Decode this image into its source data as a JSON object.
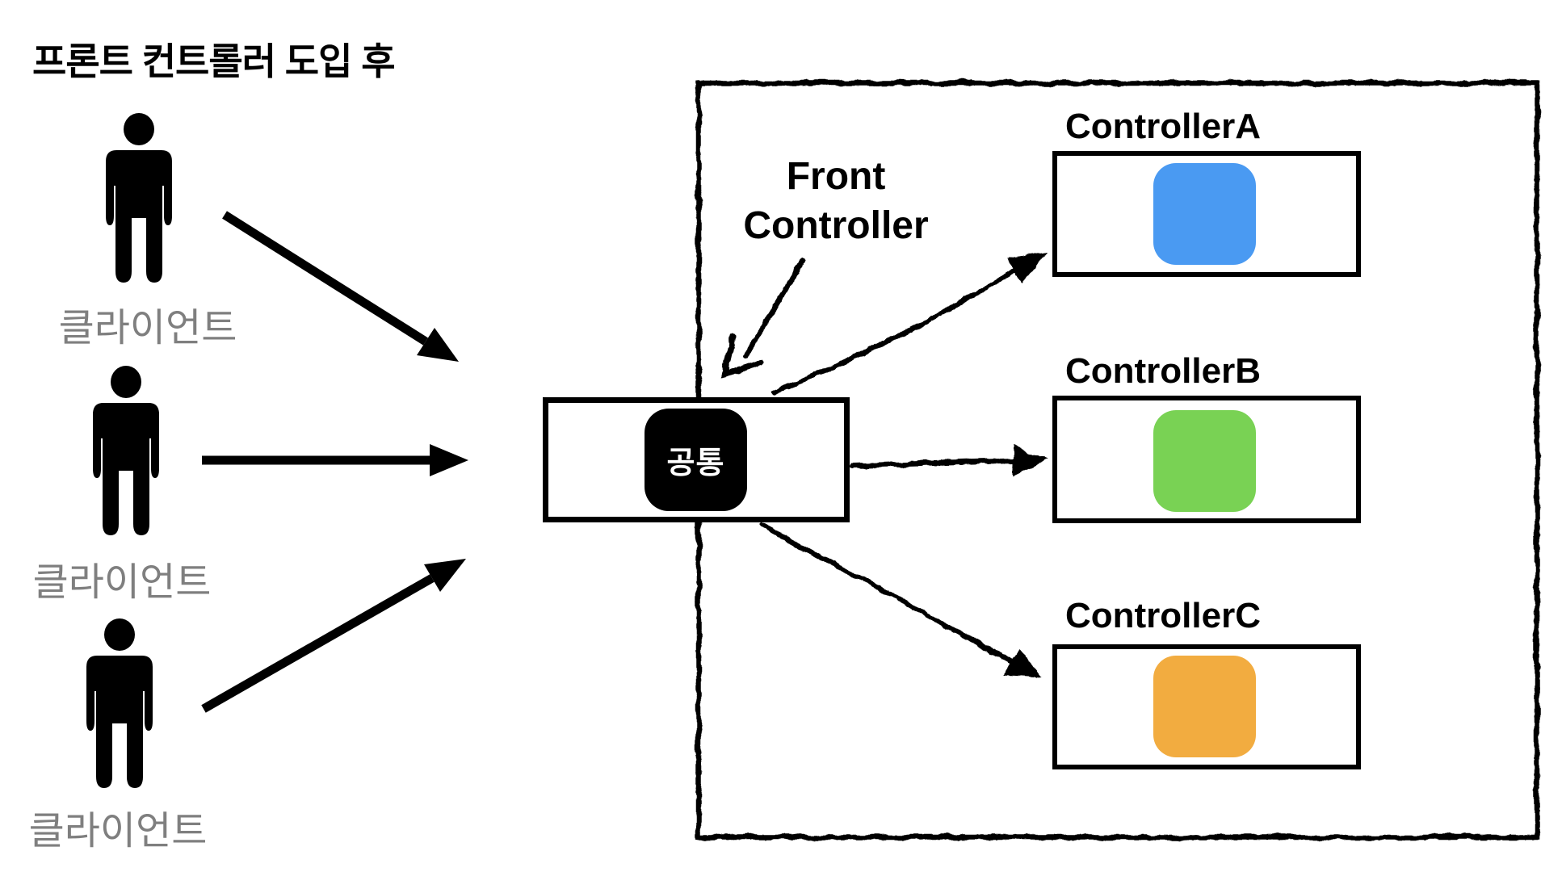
{
  "title": "프론트 컨트롤러 도입 후",
  "clients": [
    {
      "label": "클라이언트"
    },
    {
      "label": "클라이언트"
    },
    {
      "label": "클라이언트"
    }
  ],
  "front_controller": {
    "label_line1": "Front",
    "label_line2": "Controller",
    "common_box_label": "공통"
  },
  "controllers": [
    {
      "name": "ControllerA",
      "color": "#4A9AF2"
    },
    {
      "name": "ControllerB",
      "color": "#79D254"
    },
    {
      "name": "ControllerC",
      "color": "#F2AC40"
    }
  ],
  "colors": {
    "text": "#000000",
    "client_label": "#7F7F7F",
    "line": "#000000",
    "background": "#FFFFFF"
  }
}
